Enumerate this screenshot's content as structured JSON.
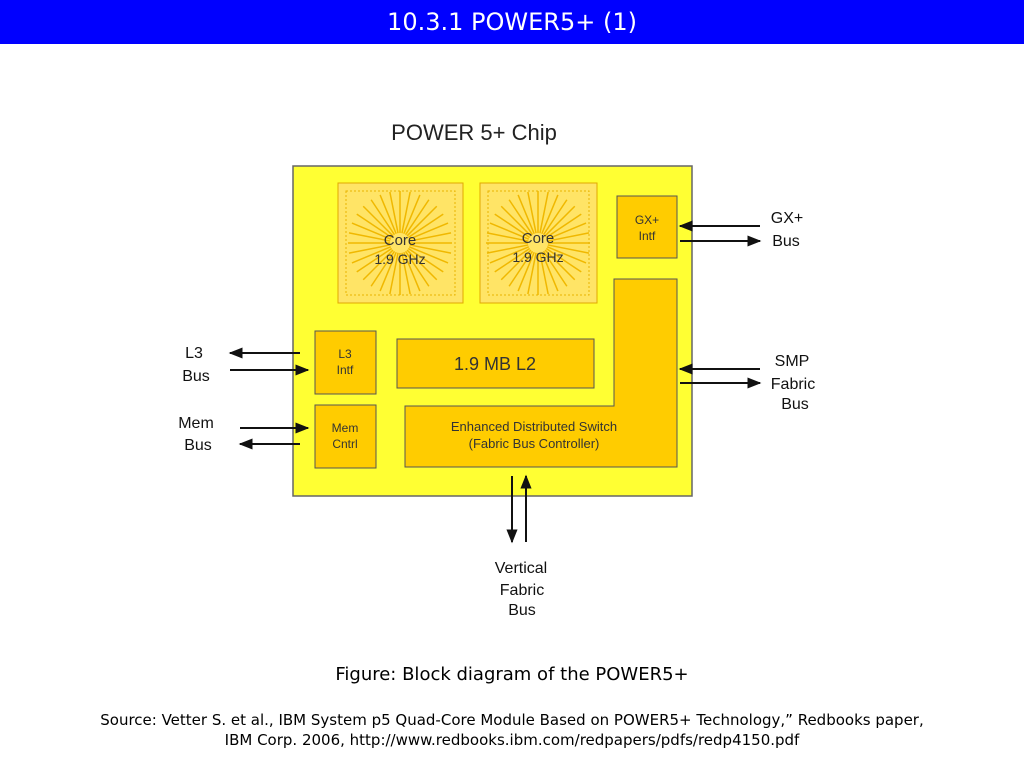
{
  "slide": {
    "title": "10.3.1 POWER5+ (1)",
    "caption": "Figure: Block diagram of the POWER5+",
    "source_line1": "Source: Vetter S. et al., IBM System p5 Quad-Core Module Based on POWER5+ Technology,” Redbooks paper,",
    "source_line2": "IBM Corp. 2006,  http://www.redbooks.ibm.com/redpapers/pdfs/redp4150.pdf"
  },
  "diagram": {
    "heading": "POWER 5+ Chip",
    "core1": {
      "line1": "Core",
      "line2": "1.9 GHz"
    },
    "core2": {
      "line1": "Core",
      "line2": "1.9 GHz"
    },
    "gx_intf": {
      "line1": "GX+",
      "line2": "Intf"
    },
    "l3_intf": {
      "line1": "L3",
      "line2": "Intf"
    },
    "mem_cntrl": {
      "line1": "Mem",
      "line2": "Cntrl"
    },
    "l2": "1.9 MB L2",
    "switch": {
      "line1": "Enhanced Distributed Switch",
      "line2": "(Fabric Bus Controller)"
    },
    "l3_bus": {
      "line1": "L3",
      "line2": "Bus"
    },
    "mem_bus": {
      "line1": "Mem",
      "line2": "Bus"
    },
    "gx_bus": {
      "line1": "GX+",
      "line2": "Bus"
    },
    "smp_bus": {
      "line1": "SMP",
      "line2": "Fabric",
      "line3": "Bus"
    },
    "vertical_bus": {
      "line1": "Vertical",
      "line2": "Fabric",
      "line3": "Bus"
    }
  },
  "colors": {
    "title_bar": "#0000ff",
    "chip": "#ffff33",
    "block": "#ffcc00",
    "core": "#ffdd44"
  }
}
